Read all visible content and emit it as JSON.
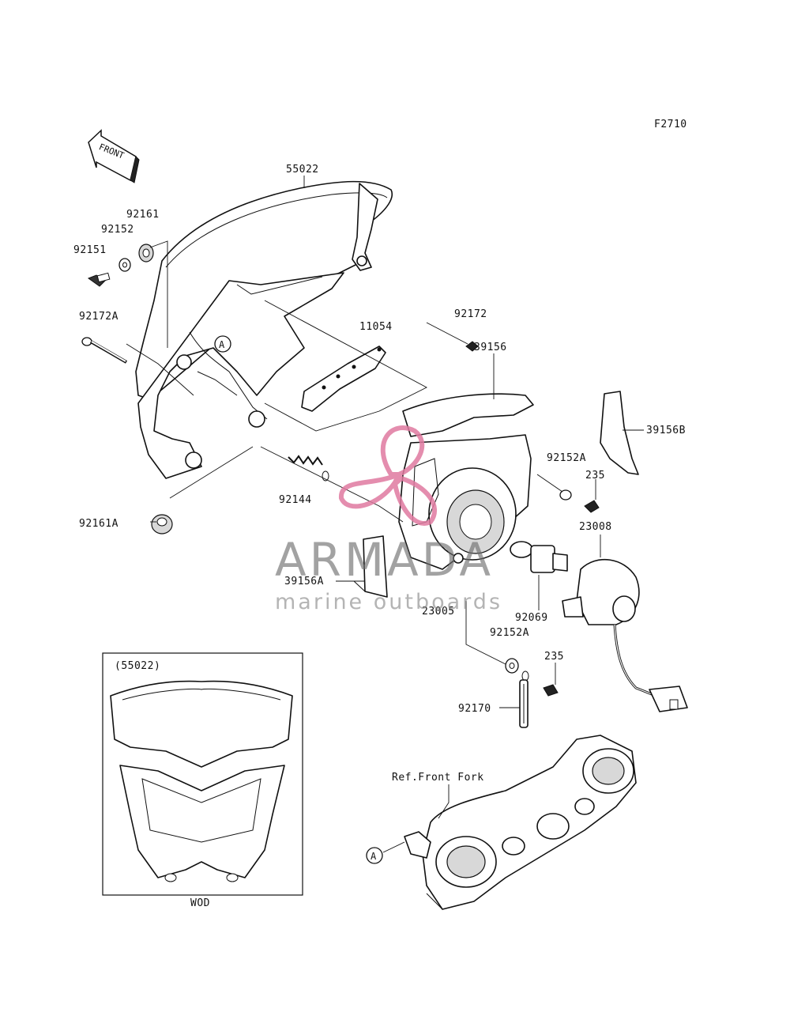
{
  "figure_code": "F2710",
  "front_arrow_label": "FRONT",
  "parts": {
    "p55022": "55022",
    "p92161": "92161",
    "p92152": "92152",
    "p92151": "92151",
    "p92172A": "92172A",
    "p11054": "11054",
    "p92172": "92172",
    "p39156": "39156",
    "p39156B": "39156B",
    "p92152A_top": "92152A",
    "p235_top": "235",
    "p23008": "23008",
    "p92144": "92144",
    "p92161A": "92161A",
    "p39156A": "39156A",
    "p23005": "23005",
    "p92069": "92069",
    "p92152A_bottom": "92152A",
    "p235_bottom": "235",
    "p92170": "92170"
  },
  "callout_marker": "A",
  "inset": {
    "ref_label": "(55022)",
    "caption": "WOD"
  },
  "ref_note": "Ref.Front Fork",
  "watermark": {
    "brand": "ARMADA",
    "tagline": "marine outboards",
    "colors": {
      "logo_pink": "#e07aa0",
      "text_gray": "#6e6e6e"
    }
  }
}
